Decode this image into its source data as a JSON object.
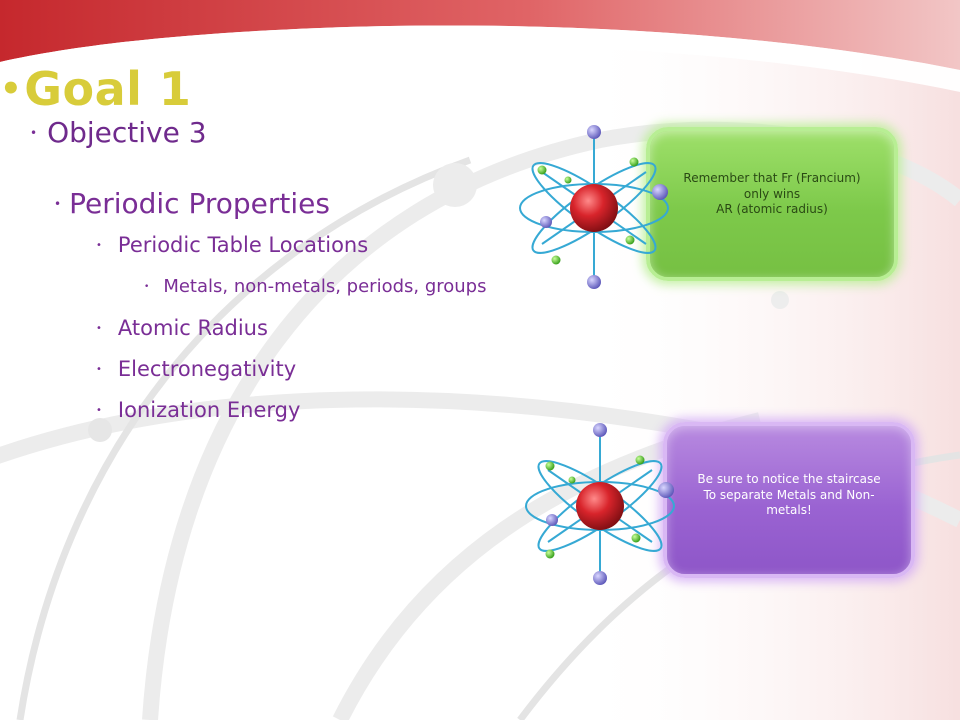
{
  "slide": {
    "title": "Goal 1",
    "objective": "Objective 3",
    "section": "Periodic Properties",
    "items": [
      "Periodic Table Locations",
      "Atomic Radius",
      "Electronegativity",
      "Ionization Energy"
    ],
    "subitem": "Metals, non-metals, periods, groups"
  },
  "notes": {
    "green": "Remember that Fr (Francium)\nonly wins\nAR (atomic radius)",
    "purple": "Be sure to notice the staircase\nTo separate Metals and Non-\nmetals!"
  },
  "colors": {
    "title": "#d8cc3a",
    "text": "#7a2e96",
    "banner": "#d9474a",
    "note_green": "#7dc94a",
    "note_purple": "#9a63d2",
    "nucleus": "#c0181f"
  },
  "icons": [
    "atom-icon",
    "atom-icon"
  ]
}
